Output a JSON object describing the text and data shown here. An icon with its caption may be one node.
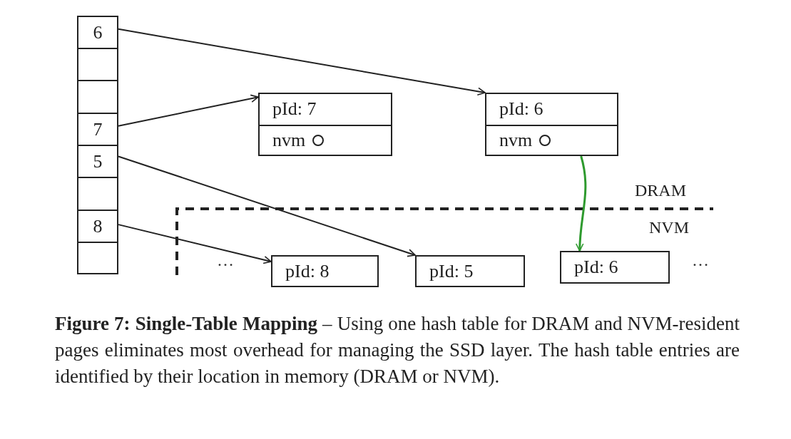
{
  "diagram": {
    "caption": "**Figure 7: Single-Table Mapping** – Using one hash table for DRAM and NVM-resident pages eliminates most overhead for managing the SSD layer. The hash table entries are identified by their location in memory (DRAM or NVM).",
    "nodes": [
      {
        "text": [
          "6"
        ]
      },
      {
        "text": [],
        "shape": "box"
      },
      {
        "text": [],
        "shape": "box"
      },
      {
        "text": [
          "7"
        ]
      },
      {
        "text": [
          "5"
        ]
      },
      {
        "text": [],
        "shape": "box"
      },
      {
        "text": [
          "8"
        ]
      },
      {
        "text": [],
        "shape": "box"
      },
      {
        "text": [
          "pId: 7",
          "nvm"
        ]
      },
      {
        "text": [
          "pId: 6",
          "nvm"
        ]
      },
      {
        "text": [
          "pId: 8"
        ]
      },
      {
        "text": [
          "pId: 5"
        ]
      },
      {
        "text": [
          "pId: 6"
        ]
      }
    ],
    "edges": [
      {
        "from": 0,
        "to": 9,
        "arrow": "to"
      },
      {
        "from": 3,
        "to": 8,
        "arrow": "to"
      },
      {
        "from": 4,
        "to": 11,
        "arrow": "to"
      },
      {
        "from": 6,
        "to": 10,
        "arrow": "to"
      },
      {
        "from": 9,
        "to": 12,
        "arrow": "to",
        "color": "#2e9a2e"
      }
    ],
    "labels": [
      "DRAM",
      "NVM",
      "…",
      "…"
    ]
  }
}
